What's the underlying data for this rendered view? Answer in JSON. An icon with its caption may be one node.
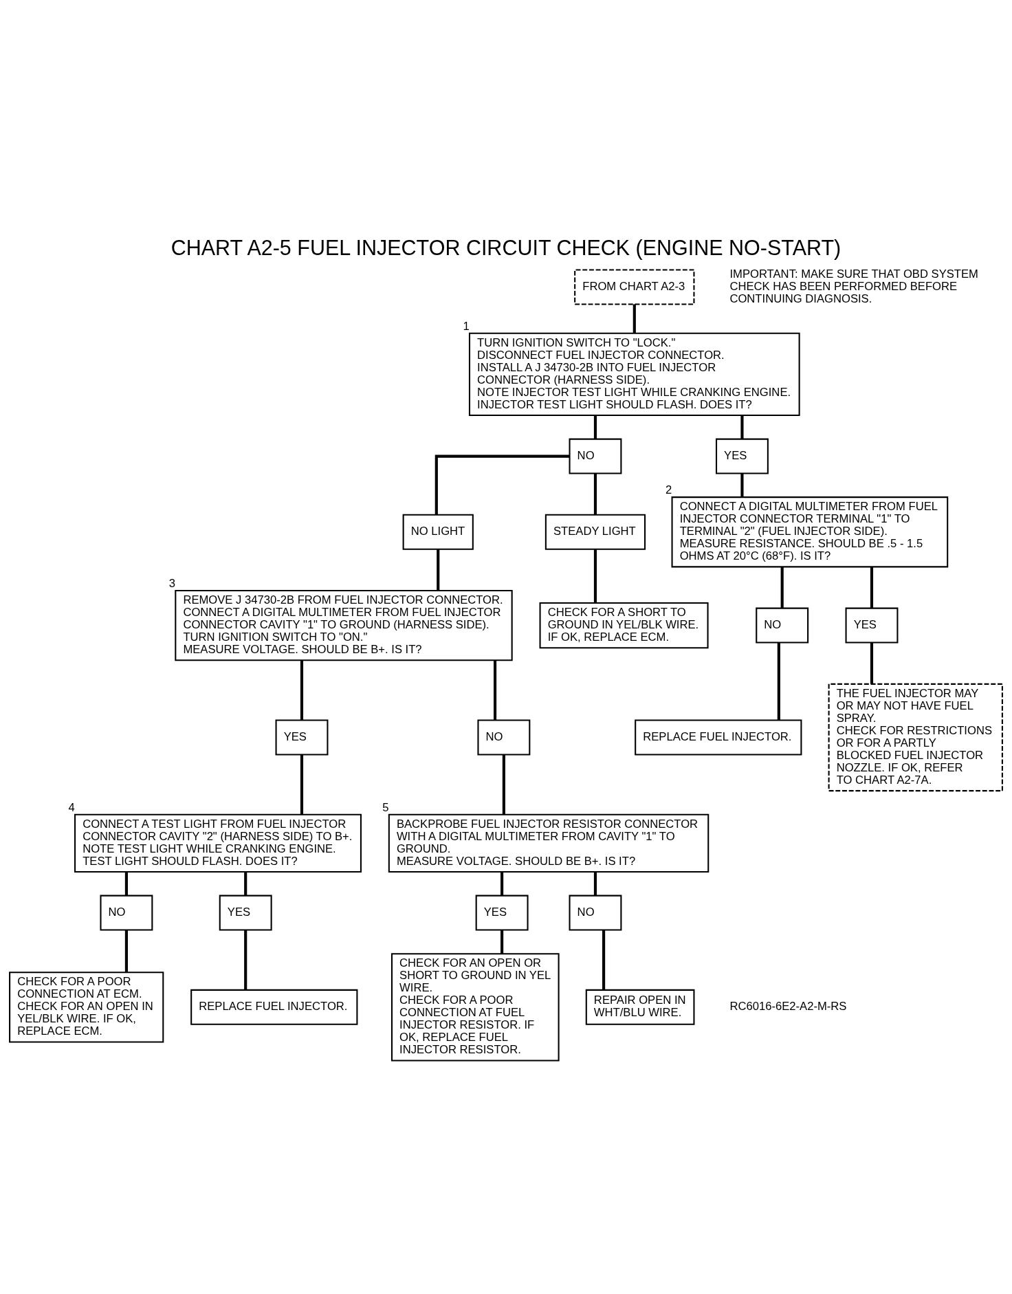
{
  "diagram": {
    "title": "CHART A2-5 FUEL INJECTOR CIRCUIT CHECK (ENGINE NO-START)",
    "nodes": [
      {
        "text": [
          "FROM CHART A2-3"
        ]
      },
      {
        "text": [
          "TURN IGNITION SWITCH TO \"LOCK.\"",
          "DISCONNECT FUEL INJECTOR CONNECTOR.",
          "INSTALL A J 34730-2B INTO FUEL INJECTOR CONNECTOR (HARNESS SIDE).",
          "NOTE INJECTOR TEST LIGHT WHILE CRANKING ENGINE. INJECTOR TEST LIGHT SHOULD FLASH. DOES IT?"
        ],
        "beside": [
          "1"
        ]
      },
      {
        "text": [
          "NO"
        ]
      },
      {
        "text": [
          "YES"
        ]
      },
      {
        "text": [
          "NO LIGHT"
        ]
      },
      {
        "text": [
          "STEADY LIGHT"
        ]
      },
      {
        "text": [
          "CHECK FOR A SHORT TO GROUND IN YEL/BLK WIRE. IF OK, REPLACE ECM."
        ]
      },
      {
        "text": [
          "CONNECT A DIGITAL MULTIMETER FROM FUEL INJECTOR CONNECTOR TERMINAL \"1\" TO TERMINAL \"2\" (FUEL INJECTOR SIDE).",
          "MEASURE RESISTANCE. SHOULD BE .5 - 1.5 OHMS AT 20°C (68°F). IS IT?"
        ],
        "beside": [
          "2"
        ]
      },
      {
        "text": [
          "REMOVE J 34730-2B FROM FUEL INJECTOR CONNECTOR.",
          "CONNECT A DIGITAL MULTIMETER FROM FUEL INJECTOR CONNECTOR CAVITY \"1\" TO GROUND (HARNESS SIDE).",
          "TURN IGNITION SWITCH TO \"ON.\"",
          "MEASURE VOLTAGE. SHOULD BE B+. IS IT?"
        ],
        "beside": [
          "3"
        ]
      },
      {
        "text": [
          "NO"
        ]
      },
      {
        "text": [
          "YES"
        ]
      },
      {
        "text": [
          "REPLACE FUEL INJECTOR."
        ]
      },
      {
        "text": [
          "THE FUEL INJECTOR MAY OR MAY NOT HAVE FUEL SPRAY.",
          "CHECK FOR RESTRICTIONS OR FOR A PARTLY BLOCKED FUEL INJECTOR NOZZLE. IF OK, REFER TO CHART A2-7A."
        ]
      },
      {
        "text": [
          "YES"
        ]
      },
      {
        "text": [
          "NO"
        ]
      },
      {
        "text": [
          "CONNECT A TEST LIGHT FROM FUEL INJECTOR CONNECTOR CAVITY \"2\" (HARNESS SIDE) TO B+.",
          "NOTE TEST LIGHT WHILE CRANKING ENGINE. TEST LIGHT SHOULD FLASH. DOES IT?"
        ],
        "beside": [
          "4"
        ]
      },
      {
        "text": [
          "BACKPROBE FUEL INJECTOR RESISTOR CONNECTOR WITH A DIGITAL MULTIMETER FROM CAVITY \"1\" TO GROUND.",
          "MEASURE VOLTAGE. SHOULD BE B+. IS IT?"
        ],
        "beside": [
          "5"
        ]
      },
      {
        "text": [
          "NO"
        ]
      },
      {
        "text": [
          "YES"
        ]
      },
      {
        "text": [
          "YES"
        ]
      },
      {
        "text": [
          "NO"
        ]
      },
      {
        "text": [
          "CHECK FOR A POOR CONNECTION AT ECM.",
          "CHECK FOR AN OPEN IN YEL/BLK WIRE. IF OK, REPLACE ECM."
        ]
      },
      {
        "text": [
          "REPLACE FUEL INJECTOR."
        ]
      },
      {
        "text": [
          "CHECK FOR AN OPEN OR SHORT TO GROUND IN YEL WIRE.",
          "CHECK FOR A POOR CONNECTION AT FUEL INJECTOR RESISTOR. IF OK, REPLACE FUEL INJECTOR RESISTOR."
        ]
      },
      {
        "text": [
          "REPAIR OPEN IN WHT/BLU WIRE."
        ]
      }
    ],
    "edges": [
      {
        "from": 0,
        "to": 1,
        "arrow": "none"
      },
      {
        "from": 1,
        "to": 2,
        "arrow": "none"
      },
      {
        "from": 1,
        "to": 3,
        "arrow": "none"
      },
      {
        "from": 2,
        "to": 4,
        "arrow": "none"
      },
      {
        "from": 2,
        "to": 5,
        "arrow": "none"
      },
      {
        "from": 5,
        "to": 6,
        "arrow": "none"
      },
      {
        "from": 3,
        "to": 7,
        "arrow": "none"
      },
      {
        "from": 4,
        "to": 8,
        "arrow": "none"
      },
      {
        "from": 7,
        "to": 9,
        "arrow": "none"
      },
      {
        "from": 7,
        "to": 10,
        "arrow": "none"
      },
      {
        "from": 9,
        "to": 11,
        "arrow": "none"
      },
      {
        "from": 10,
        "to": 12,
        "arrow": "none"
      },
      {
        "from": 8,
        "to": 13,
        "arrow": "none"
      },
      {
        "from": 8,
        "to": 14,
        "arrow": "none"
      },
      {
        "from": 13,
        "to": 15,
        "arrow": "none"
      },
      {
        "from": 14,
        "to": 16,
        "arrow": "none"
      },
      {
        "from": 15,
        "to": 17,
        "arrow": "none"
      },
      {
        "from": 15,
        "to": 18,
        "arrow": "none"
      },
      {
        "from": 16,
        "to": 19,
        "arrow": "none"
      },
      {
        "from": 16,
        "to": 20,
        "arrow": "none"
      },
      {
        "from": 17,
        "to": 21,
        "arrow": "none"
      },
      {
        "from": 18,
        "to": 22,
        "arrow": "none"
      },
      {
        "from": 19,
        "to": 23,
        "arrow": "none"
      },
      {
        "from": 20,
        "to": 24,
        "arrow": "none"
      }
    ],
    "labels": [
      "IMPORTANT: MAKE SURE THAT OBD SYSTEM CHECK HAS BEEN PERFORMED BEFORE CONTINUING DIAGNOSIS.",
      "RC6016-6E2-A2-M-RS"
    ]
  }
}
